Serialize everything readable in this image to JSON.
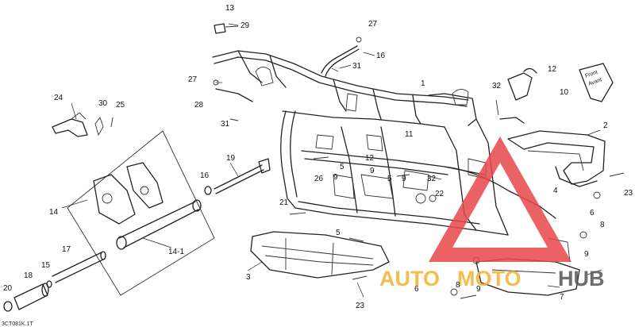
{
  "diagram": {
    "code": "3CT081K.1T",
    "front_sign_line1": "Front",
    "front_sign_line2": "Avant",
    "watermark": {
      "part1": "AUTO",
      "part2": "MOTO",
      "part3": "HUB",
      "color_red": "#e8474a",
      "color_gold": "#f2b233",
      "color_dark": "#555555"
    },
    "callouts": [
      {
        "id": "c13",
        "label": "13"
      },
      {
        "id": "c29",
        "label": "29"
      },
      {
        "id": "c27a",
        "label": "27"
      },
      {
        "id": "c16a",
        "label": "16"
      },
      {
        "id": "c31a",
        "label": "31"
      },
      {
        "id": "c1",
        "label": "1"
      },
      {
        "id": "c32a",
        "label": "32"
      },
      {
        "id": "c12a",
        "label": "12"
      },
      {
        "id": "c10",
        "label": "10"
      },
      {
        "id": "c27b",
        "label": "27"
      },
      {
        "id": "c28",
        "label": "28"
      },
      {
        "id": "c31b",
        "label": "31"
      },
      {
        "id": "c24",
        "label": "24"
      },
      {
        "id": "c30",
        "label": "30"
      },
      {
        "id": "c25",
        "label": "25"
      },
      {
        "id": "c2",
        "label": "2"
      },
      {
        "id": "c11",
        "label": "11"
      },
      {
        "id": "c12b",
        "label": "12"
      },
      {
        "id": "c9a",
        "label": "9"
      },
      {
        "id": "c5a",
        "label": "5"
      },
      {
        "id": "c26",
        "label": "26"
      },
      {
        "id": "c9b",
        "label": "9"
      },
      {
        "id": "c5b",
        "label": "5"
      },
      {
        "id": "c9c",
        "label": "9"
      },
      {
        "id": "c32b",
        "label": "32"
      },
      {
        "id": "c19",
        "label": "19"
      },
      {
        "id": "c16b",
        "label": "16"
      },
      {
        "id": "c4",
        "label": "4"
      },
      {
        "id": "c23a",
        "label": "23"
      },
      {
        "id": "c14",
        "label": "14"
      },
      {
        "id": "c21",
        "label": "21"
      },
      {
        "id": "c22",
        "label": "22"
      },
      {
        "id": "c6a",
        "label": "6"
      },
      {
        "id": "c5c",
        "label": "5"
      },
      {
        "id": "c14-1",
        "label": "14-1"
      },
      {
        "id": "c8a",
        "label": "8"
      },
      {
        "id": "c17",
        "label": "17"
      },
      {
        "id": "c3",
        "label": "3"
      },
      {
        "id": "c9d",
        "label": "9"
      },
      {
        "id": "c15",
        "label": "15"
      },
      {
        "id": "c18",
        "label": "18"
      },
      {
        "id": "c20",
        "label": "20"
      },
      {
        "id": "c8b",
        "label": "8"
      },
      {
        "id": "c6b",
        "label": "6"
      },
      {
        "id": "c9e",
        "label": "9"
      },
      {
        "id": "c7",
        "label": "7"
      },
      {
        "id": "c23b",
        "label": "23"
      }
    ]
  }
}
